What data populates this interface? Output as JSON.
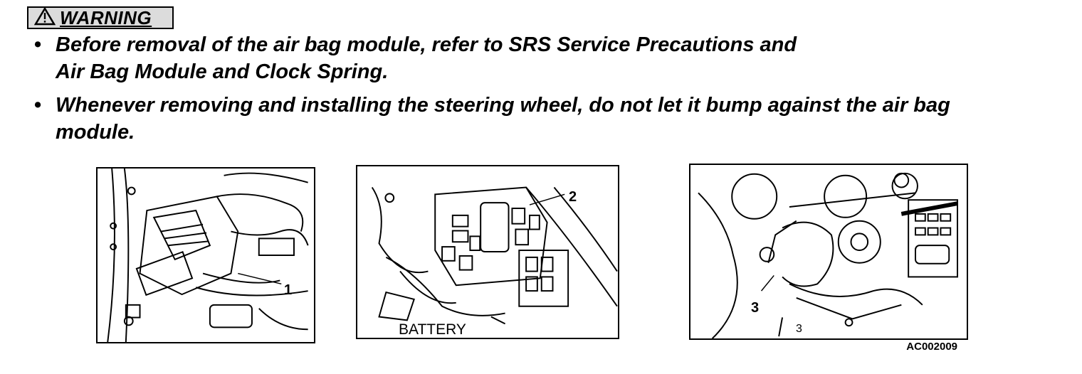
{
  "warning": {
    "label": "WARNING"
  },
  "bullets": [
    {
      "line1": "Before removal of the air bag module, refer to  SRS Service Precautions and",
      "line2": "Air Bag Module and Clock Spring."
    },
    {
      "line1": "Whenever removing and installing the steering wheel, do not let it bump against the air bag",
      "line2": "module."
    }
  ],
  "figures": {
    "fig1": {
      "callout": "1"
    },
    "fig2": {
      "callout": "2",
      "label": "BATTERY"
    },
    "fig3": {
      "callout": "3",
      "small_label": "3"
    }
  },
  "figure_code": "AC002009"
}
